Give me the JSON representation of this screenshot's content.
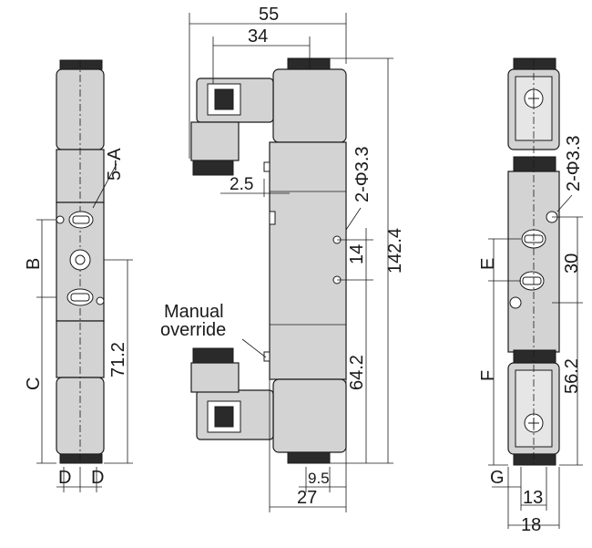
{
  "labels": {
    "top_width": "55",
    "coil_offset": "34",
    "port_bore_mid": "2-Φ3.3",
    "mount_offset": "2.5",
    "manual_1": "Manual",
    "manual_2": "override",
    "port_pitch": "14",
    "overall_height": "142.4",
    "lower_height": "64.2",
    "bottom_offset": "9.5",
    "body_width": "27",
    "left_port_label": "5–A",
    "left_B": "B",
    "left_C": "C",
    "left_712": "71.2",
    "left_D1": "D",
    "left_D2": "D",
    "right_bore": "2-Φ3.3",
    "right_E": "E",
    "right_30": "30",
    "right_F": "F",
    "right_562": "56.2",
    "right_G": "G",
    "right_13": "13",
    "right_18": "18"
  },
  "colors": {
    "body": "#d3d3d3",
    "line": "#1a1a1a"
  }
}
